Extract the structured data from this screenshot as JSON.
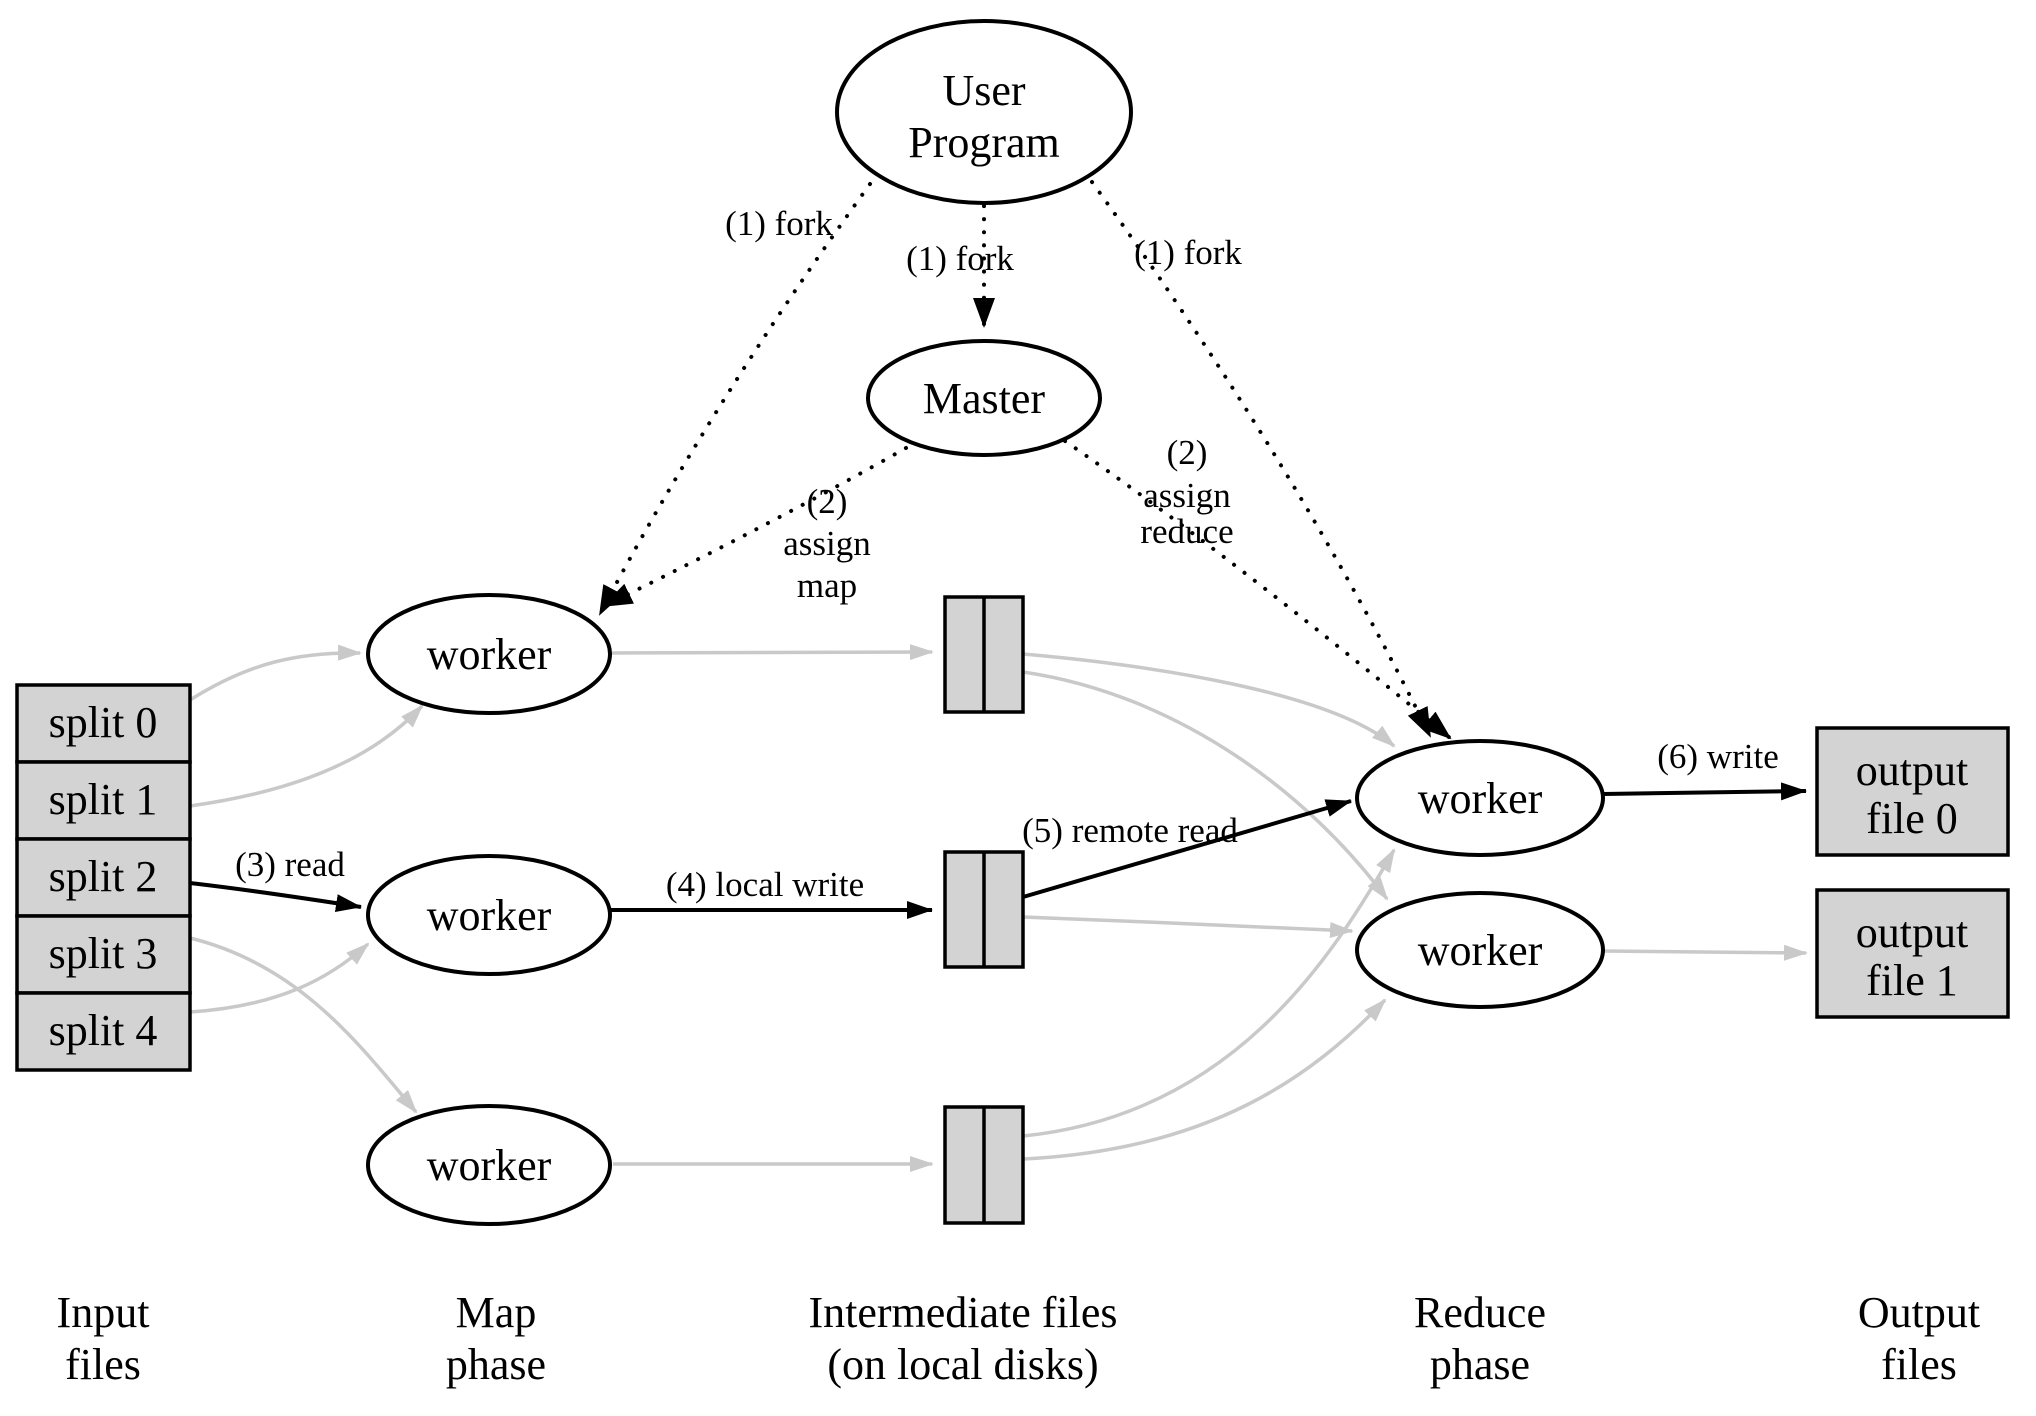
{
  "nodes": {
    "user_program": {
      "lines": [
        "User",
        "Program"
      ]
    },
    "master": {
      "label": "Master"
    },
    "map_workers": [
      {
        "label": "worker"
      },
      {
        "label": "worker"
      },
      {
        "label": "worker"
      }
    ],
    "reduce_workers": [
      {
        "label": "worker"
      },
      {
        "label": "worker"
      }
    ],
    "input_splits": [
      {
        "label": "split 0"
      },
      {
        "label": "split 1"
      },
      {
        "label": "split 2"
      },
      {
        "label": "split 3"
      },
      {
        "label": "split 4"
      }
    ],
    "output_files": [
      {
        "lines": [
          "output",
          "file 0"
        ]
      },
      {
        "lines": [
          "output",
          "file 1"
        ]
      }
    ]
  },
  "edge_labels": {
    "fork_left": "(1) fork",
    "fork_center": "(1) fork",
    "fork_right": "(1) fork",
    "assign_map": {
      "lines": [
        "(2)",
        "assign",
        "map"
      ]
    },
    "assign_reduce": {
      "lines": [
        "(2)",
        "assign",
        "reduce"
      ]
    },
    "read": "(3) read",
    "local_write": "(4) local write",
    "remote_read": "(5) remote read",
    "write": "(6) write"
  },
  "column_labels": {
    "input": {
      "lines": [
        "Input",
        "files"
      ]
    },
    "map": {
      "lines": [
        "Map",
        "phase"
      ]
    },
    "intermediate": {
      "lines": [
        "Intermediate files",
        "(on local disks)"
      ]
    },
    "reduce": {
      "lines": [
        "Reduce",
        "phase"
      ]
    },
    "output": {
      "lines": [
        "Output",
        "files"
      ]
    }
  },
  "colors": {
    "background": "#ffffff",
    "node_fill": "#ffffff",
    "box_fill": "#d3d3d3",
    "stroke": "#000000",
    "gray_edge": "#c9c9c9"
  }
}
